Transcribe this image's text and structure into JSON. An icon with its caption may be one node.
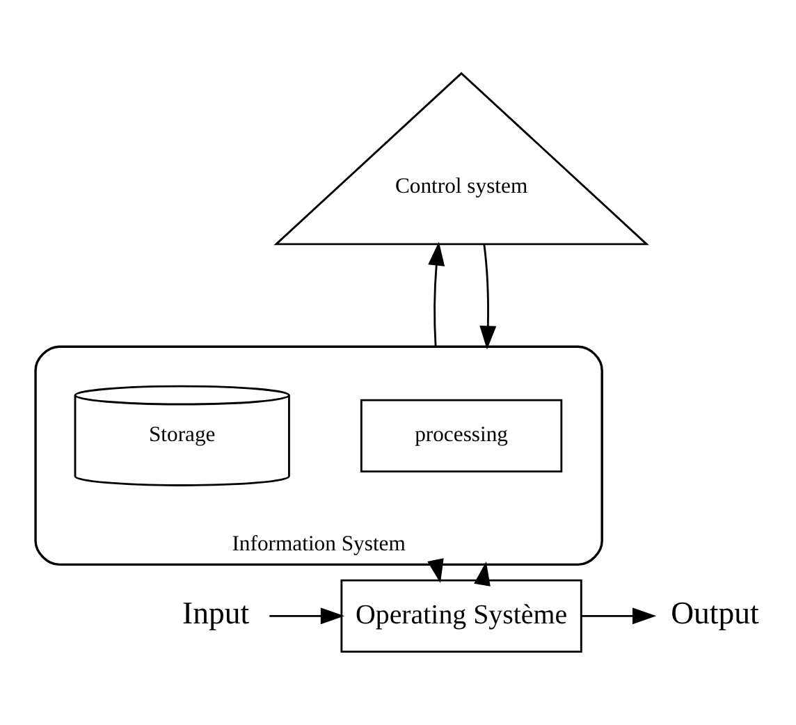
{
  "diagram": {
    "nodes": [
      {
        "text": [
          "Control system"
        ]
      },
      {
        "text": [
          "Information System"
        ]
      },
      {
        "text": [
          "processing"
        ],
        "in": 1
      },
      {
        "text": [
          "Storage"
        ],
        "in": 1
      },
      {
        "text": [
          "Operating Système"
        ]
      },
      {
        "text": [
          "Input"
        ]
      },
      {
        "text": [
          "Output"
        ]
      }
    ],
    "edges": [
      {
        "from": 0,
        "to": 1,
        "arrow": "to"
      },
      {
        "from": 1,
        "to": 0,
        "arrow": "to"
      },
      {
        "from": 1,
        "to": 4,
        "arrow": "to"
      },
      {
        "from": 4,
        "to": 1,
        "arrow": "to"
      },
      {
        "from": 5,
        "to": 4,
        "arrow": "to"
      },
      {
        "from": 4,
        "to": 6,
        "arrow": "to"
      }
    ]
  }
}
